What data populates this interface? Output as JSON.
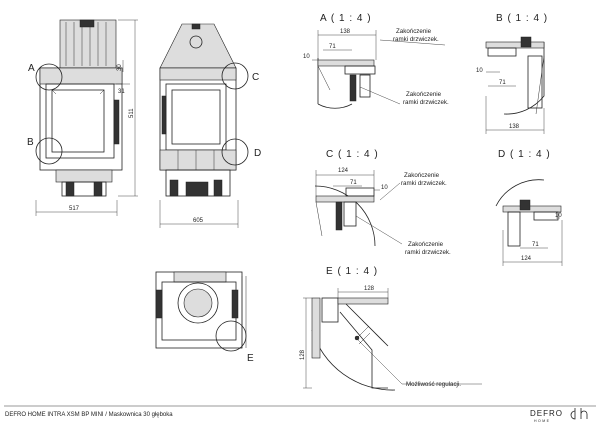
{
  "footer": {
    "caption": "DEFRO HOME INTRA XSM BP MINI / Maskownica 30 głęboka",
    "logo_text": "DEFRO",
    "logo_sub": "HOME"
  },
  "front_view": {
    "width_dim": "517",
    "height_dim": "511",
    "top_dim": "30",
    "side_dim": "31",
    "callout_a": "A",
    "callout_b": "B"
  },
  "side_view": {
    "width_dim": "605",
    "callout_c": "C",
    "callout_d": "D"
  },
  "top_view": {
    "callout_e": "E"
  },
  "detail_a": {
    "title": "A ( 1 : 4 )",
    "dims": [
      "138",
      "71",
      "10"
    ],
    "note_top_1": "Zakończenie",
    "note_top_2": "ramki drzwiczek.",
    "note_bottom_1": "Zakończenie",
    "note_bottom_2": "ramki drzwiczek."
  },
  "detail_b": {
    "title": "B ( 1 : 4 )",
    "dims": [
      "10",
      "71",
      "138"
    ]
  },
  "detail_c": {
    "title": "C ( 1 : 4 )",
    "dims": [
      "124",
      "71",
      "10"
    ],
    "note_top_1": "Zakończenie",
    "note_top_2": "ramki drzwiczek.",
    "note_bottom_1": "Zakończenie",
    "note_bottom_2": "ramki drzwiczek."
  },
  "detail_d": {
    "title": "D ( 1 : 4 )",
    "dims": [
      "10",
      "71",
      "124"
    ]
  },
  "detail_e": {
    "title": "E ( 1 : 4 )",
    "dims": [
      "128",
      "128"
    ],
    "note": "Możliwość regulacji."
  }
}
